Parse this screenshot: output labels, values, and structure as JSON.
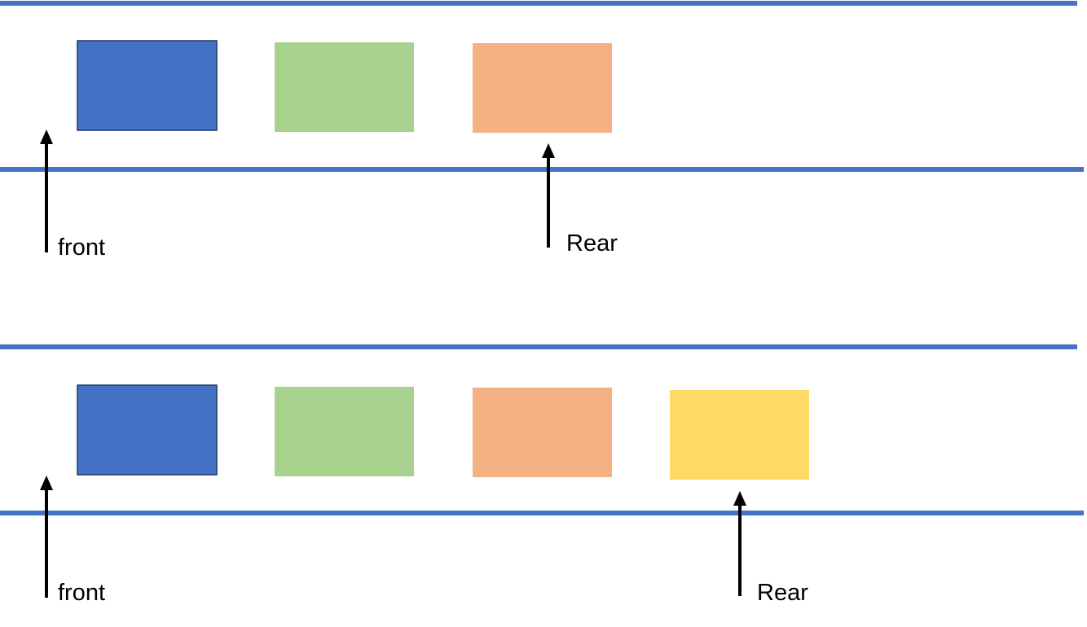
{
  "colors": {
    "track": "#4472c4",
    "block_blue": "#4472c4",
    "block_green": "#a9d18e",
    "block_orange": "#f4b183",
    "block_yellow": "#ffd966",
    "arrow": "#000000"
  },
  "queues": [
    {
      "blocks": [
        "blue",
        "green",
        "orange"
      ],
      "front_label": "front",
      "rear_label": "Rear"
    },
    {
      "blocks": [
        "blue",
        "green",
        "orange",
        "yellow"
      ],
      "front_label": "front",
      "rear_label": "Rear"
    }
  ]
}
